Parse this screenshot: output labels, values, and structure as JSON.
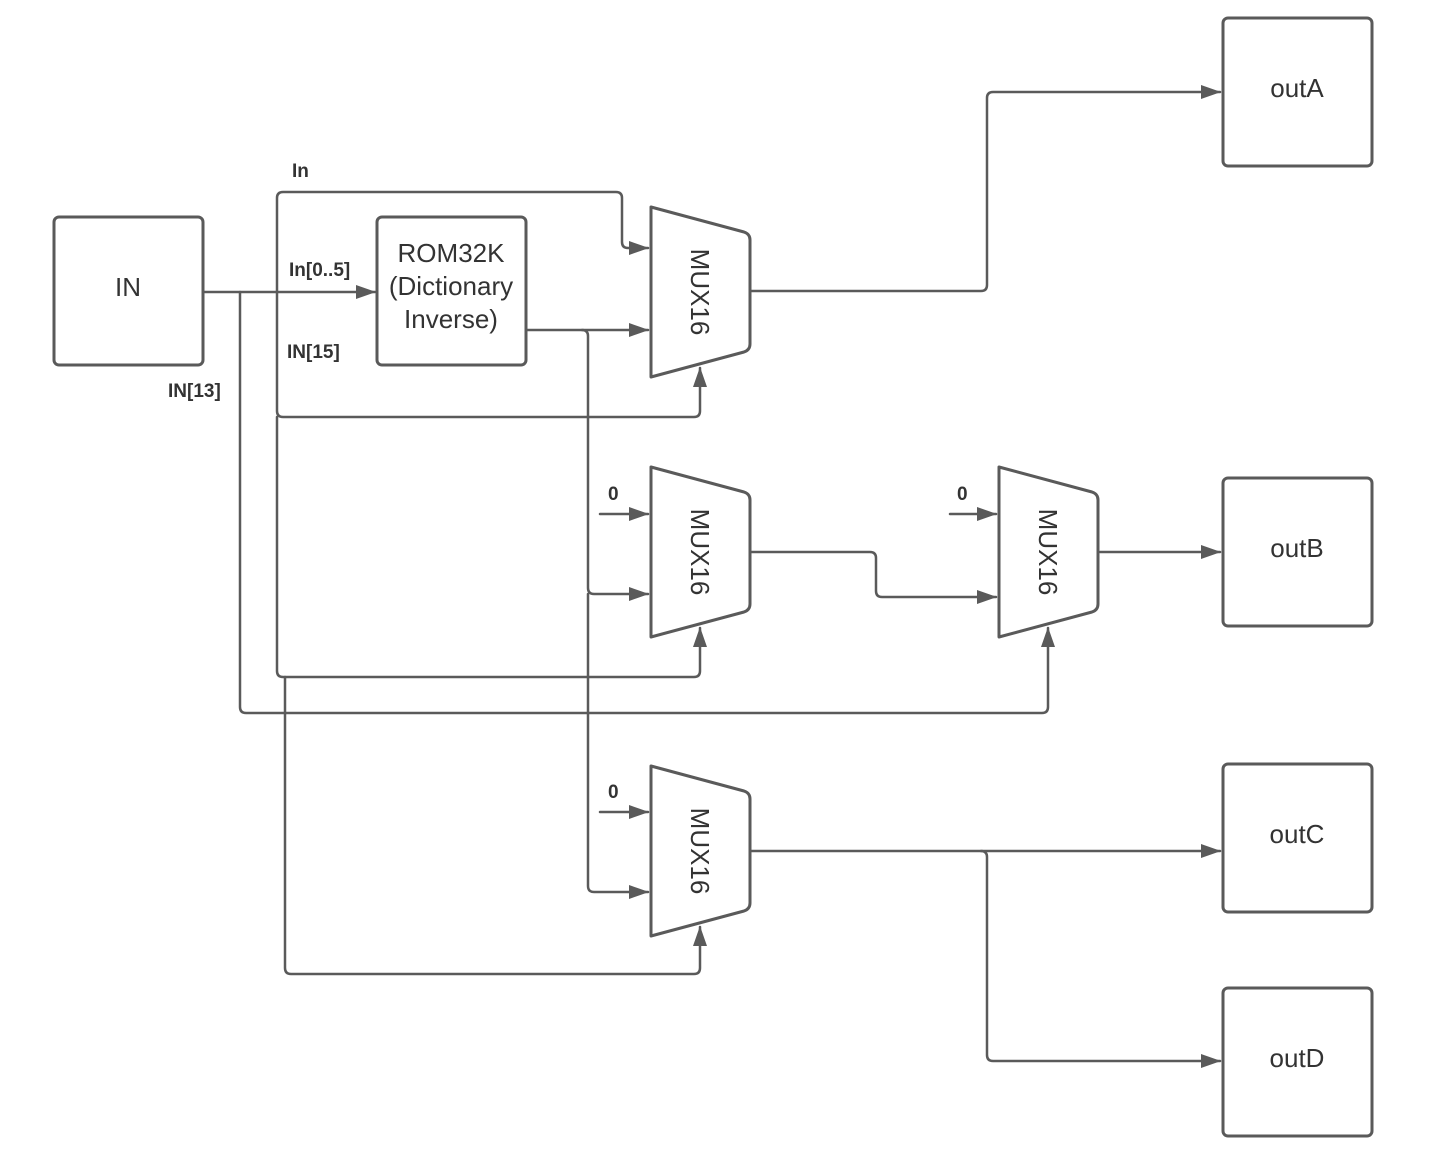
{
  "diagram": {
    "input_block": {
      "label": "IN"
    },
    "rom_block": {
      "line1": "ROM32K",
      "line2": "(Dictionary",
      "line3": "Inverse)"
    },
    "muxes": {
      "mux_a": {
        "label": "MUX16"
      },
      "mux_b1": {
        "label": "MUX16"
      },
      "mux_b2": {
        "label": "MUX16"
      },
      "mux_c": {
        "label": "MUX16"
      }
    },
    "outputs": {
      "out_a": {
        "label": "outA"
      },
      "out_b": {
        "label": "outB"
      },
      "out_c": {
        "label": "outC"
      },
      "out_d": {
        "label": "outD"
      }
    },
    "wire_labels": {
      "in_top": "In",
      "in_bits_0_5": "In[0..5]",
      "in_bit_15": "IN[15]",
      "in_bit_13": "IN[13]",
      "zero_b1": "0",
      "zero_b2": "0",
      "zero_c": "0"
    },
    "colors": {
      "stroke": "#5a5a5a",
      "text": "#333333",
      "background": "#ffffff"
    }
  }
}
